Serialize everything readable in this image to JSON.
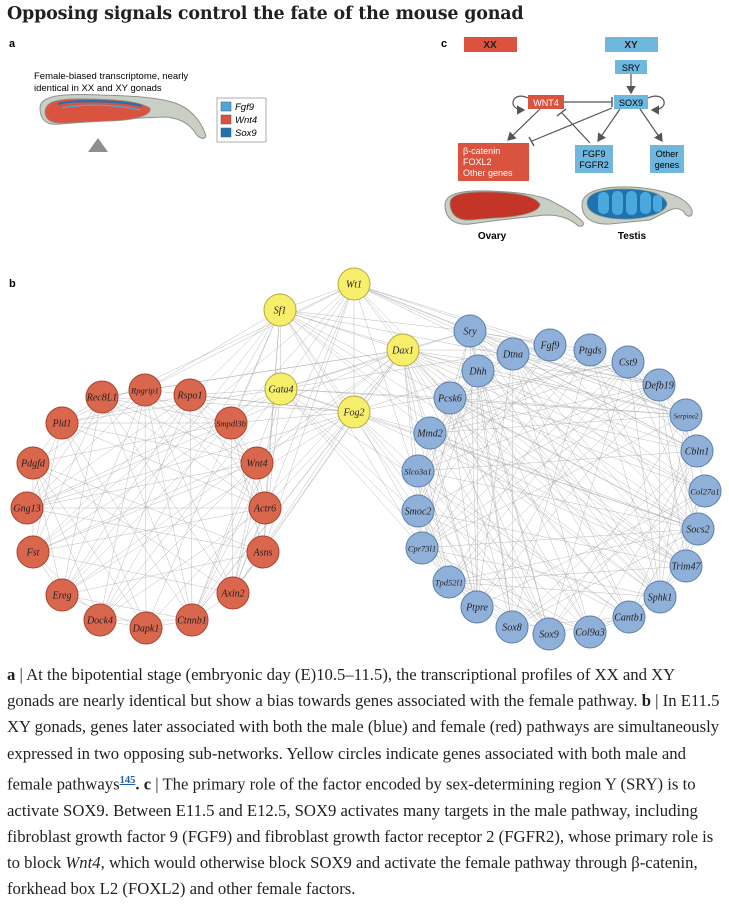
{
  "title": "Opposing signals control the fate of the mouse gonad",
  "panel_a": {
    "letter": "a",
    "description_lines": [
      "Female-biased transcriptome, nearly",
      "identical in XX and XY gonads"
    ],
    "legend": [
      {
        "label": "Fgf9",
        "color": "#4aa8dd"
      },
      {
        "label": "Wnt4",
        "color": "#d9533f"
      },
      {
        "label": "Sox9",
        "color": "#1f72b0"
      }
    ]
  },
  "panel_c": {
    "letter": "c",
    "xx_label": "XX",
    "xy_label": "XY",
    "sry": "SRY",
    "wnt4": "WNT4",
    "sox9": "SOX9",
    "female_targets": [
      "β-catenin",
      "FOXL2",
      "Other genes"
    ],
    "fgf_box": [
      "FGF9",
      "FGFR2"
    ],
    "other_box": [
      "Other",
      "genes"
    ],
    "ovary": "Ovary",
    "testis": "Testis"
  },
  "panel_b": {
    "letter": "b",
    "colors": {
      "female": "#d9674e",
      "male": "#8fb0d8",
      "both": "#f7ee6b"
    },
    "female_nodes": [
      "Pld1",
      "Rec8L1",
      "Rpgrip1",
      "Rspo1",
      "Smpdl3b",
      "Pdgfd",
      "Gng13",
      "Fst",
      "Ereg",
      "Dock4",
      "Dapk1",
      "Ctnnb1",
      "Axin2",
      "Asns",
      "Actr6",
      "Wnt4"
    ],
    "both_nodes": [
      "Sf1",
      "Wt1",
      "Dax1",
      "Gata4",
      "Fog2"
    ],
    "male_nodes": [
      "Sry",
      "Dtna",
      "Fgf9",
      "Ptgds",
      "Cst9",
      "Defb19",
      "Serpine2",
      "Cbln1",
      "Col27a1",
      "Socs2",
      "Trim47",
      "Sphk1",
      "Cantb1",
      "Col9a3",
      "Sox9",
      "Sox8",
      "Ptpre",
      "Tpd52l1",
      "Cpr73l1",
      "Smoc2",
      "Slco3a1",
      "Mmd2",
      "Pcsk6",
      "Dhh"
    ]
  },
  "caption": {
    "a_letter": "a",
    "a_text": " | At the bipotential stage (embryonic day (E)10.5–11.5), the transcriptional profiles of XX and XY gonads are nearly identical but show a bias towards genes associated with the female pathway. ",
    "b_letter": "b",
    "b_text": " | In E11.5 XY gonads, genes later associated with both the male (blue) and female (red) pathways are simultaneously expressed in two opposing sub-networks. Yellow circles indicate genes associated with both male and female pathways",
    "ref": "145",
    "period": ". ",
    "c_letter": "c",
    "c_text": " | The primary role of the factor encoded by sex-determining region Y (SRY) is to activate SOX9. Between E11.5 and E12.5, SOX9 activates many targets in the male pathway, including fibroblast growth factor 9 (FGF9) and fibroblast growth factor receptor 2 (FGFR2), whose primary role is to block ",
    "c_italic": "Wnt4",
    "c_text2": ", which would otherwise block SOX9 and activate the female pathway through β-catenin, forkhead box L2 (FOXL2) and other female factors."
  }
}
